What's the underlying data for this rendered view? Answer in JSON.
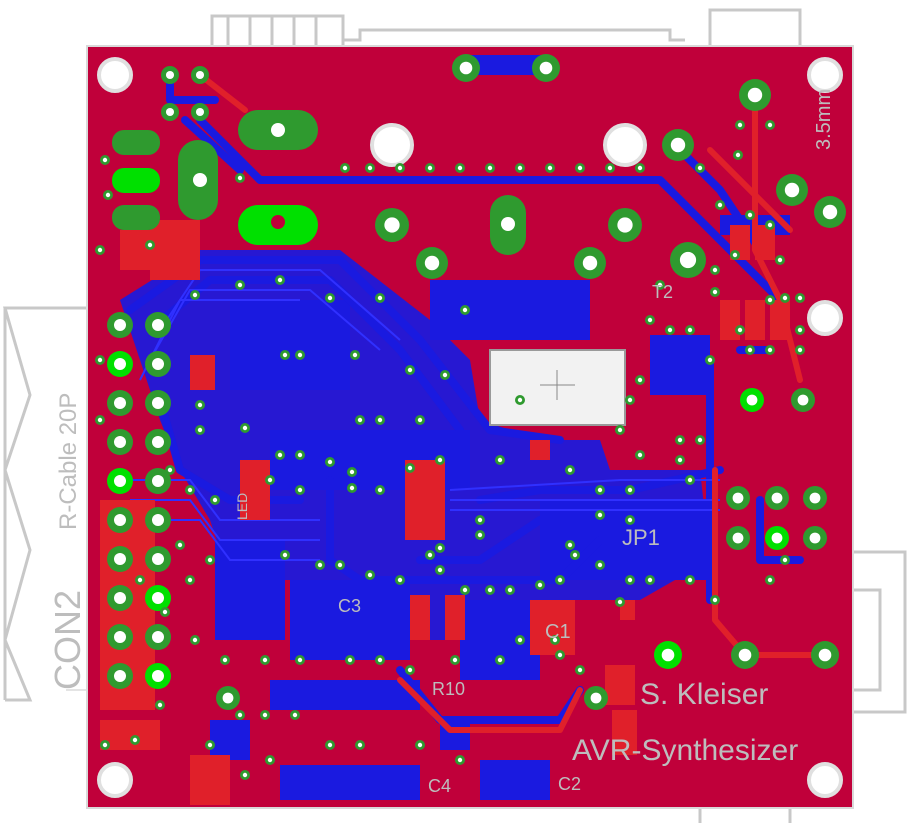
{
  "board": {
    "colors": {
      "background": "#ffffff",
      "board": "#c0003a",
      "bottom_copper": "#1a1ae0",
      "top_smd": "#e0202a",
      "via_ring": "#2f9a2f",
      "via_ring_highlight": "#00e000",
      "drill": "#ffffff",
      "silkscreen": "#c8c8c8",
      "ic_body": "#f2f2f2"
    },
    "labels": {
      "cable": "R-Cable 20P",
      "connector": "CON2",
      "author": "S. Kleiser",
      "project": "AVR-Synthesizer",
      "jack_size": "3.5mm",
      "jumper": "JP1",
      "cap_c1": "C1",
      "cap_c2": "C2",
      "cap_c3": "C3",
      "cap_c4": "C4",
      "resistor_r10": "R10",
      "transistor_t2": "T2",
      "led": "LED"
    }
  }
}
